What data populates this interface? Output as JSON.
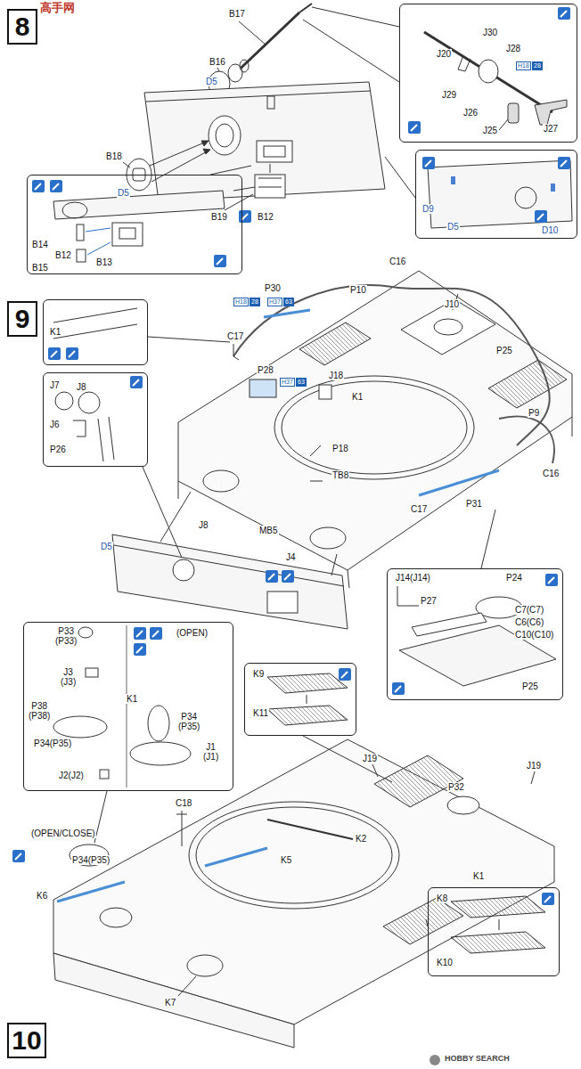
{
  "diagram": {
    "nodes": [
      {
        "text": [
          "8"
        ]
      },
      {
        "text": [
          "J30",
          "J28",
          "J20",
          "J29",
          "J26",
          "J25",
          "J27",
          "H18",
          "28"
        ]
      },
      {
        "text": [
          "D9",
          "D5",
          "D10"
        ]
      },
      {
        "text": [
          "D5",
          "B14",
          "B12",
          "B13",
          "B15"
        ]
      },
      {
        "text": [
          "9"
        ]
      },
      {
        "text": [
          "K1"
        ]
      },
      {
        "text": [
          "J7",
          "J8",
          "J6",
          "P26"
        ]
      },
      {
        "text": [
          "J14(J14)",
          "P27",
          "P24",
          "C7(C7)",
          "C6(C6)",
          "C10(C10)",
          "P25"
        ]
      },
      {
        "text": [
          "P33 (P33)",
          "J3 (J3)",
          "P38 (P38)",
          "P34(P35)",
          "J2(J2)",
          "(OPEN)",
          "K1",
          "P34 (P35)",
          "J1 (J1)"
        ]
      },
      {
        "text": [
          "K9",
          "K11"
        ]
      },
      {
        "text": [
          "K8",
          "K10"
        ]
      },
      {
        "text": [
          "10"
        ]
      }
    ],
    "labels": [
      "高手网",
      "B17",
      "B16",
      "D5",
      "B18",
      "B19",
      "B12",
      "C16",
      "P30",
      "H18",
      "28",
      "H37",
      "63",
      "P10",
      "J10",
      "C17",
      "P25",
      "P28",
      "H37",
      "63",
      "J18",
      "K1",
      "P9",
      "C16",
      "P18",
      "TB8",
      "P31",
      "C17",
      "D5",
      "J8",
      "MB5",
      "J4",
      "(OPEN/CLOSE)",
      "P34(P35)",
      "K6",
      "C18",
      "K5",
      "K2",
      "J19",
      "P32",
      "J19",
      "K1",
      "K7",
      "HOBBY SEARCH"
    ]
  }
}
